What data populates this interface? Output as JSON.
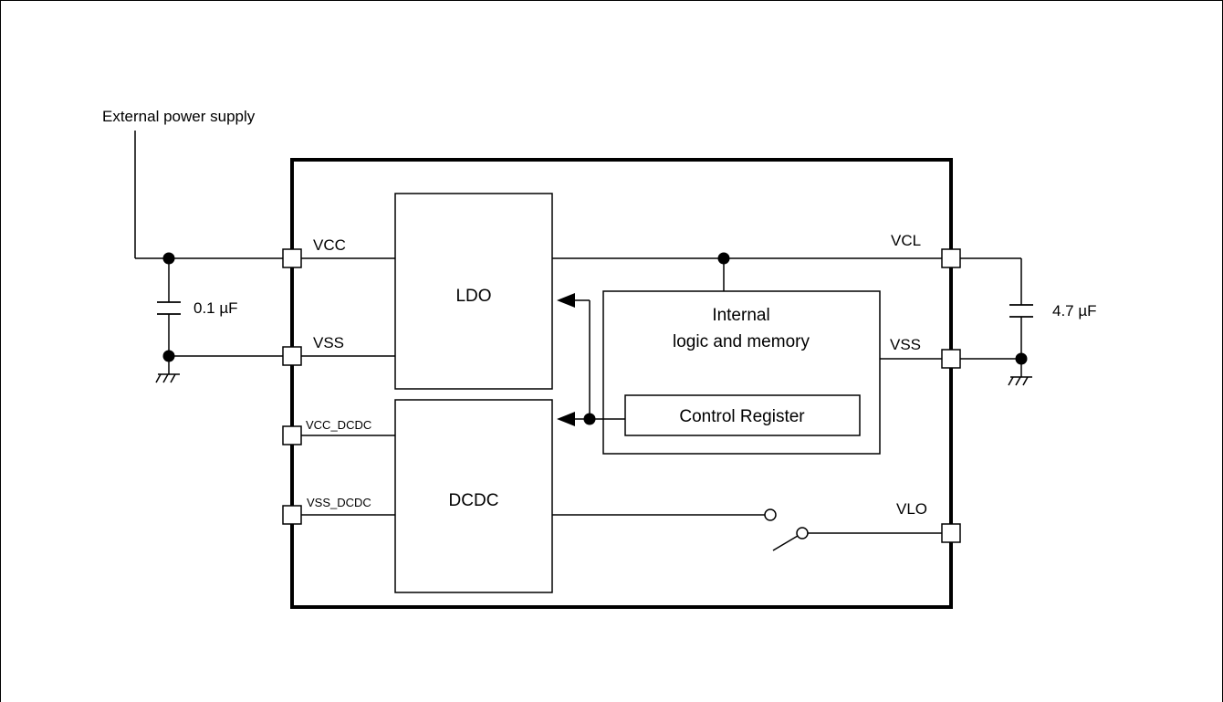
{
  "source_label": "External power supply",
  "pins": {
    "vcc": "VCC",
    "vss_left": "VSS",
    "vcc_dcdc": "VCC_DCDC",
    "vss_dcdc": "VSS_DCDC",
    "vcl": "VCL",
    "vss_right": "VSS",
    "vlo": "VLO"
  },
  "capacitors": {
    "input": "0.1 µF",
    "output": "4.7 µF"
  },
  "blocks": {
    "ldo": "LDO",
    "dcdc": "DCDC",
    "internal_line1": "Internal",
    "internal_line2": "logic and memory",
    "control_register": "Control Register"
  }
}
